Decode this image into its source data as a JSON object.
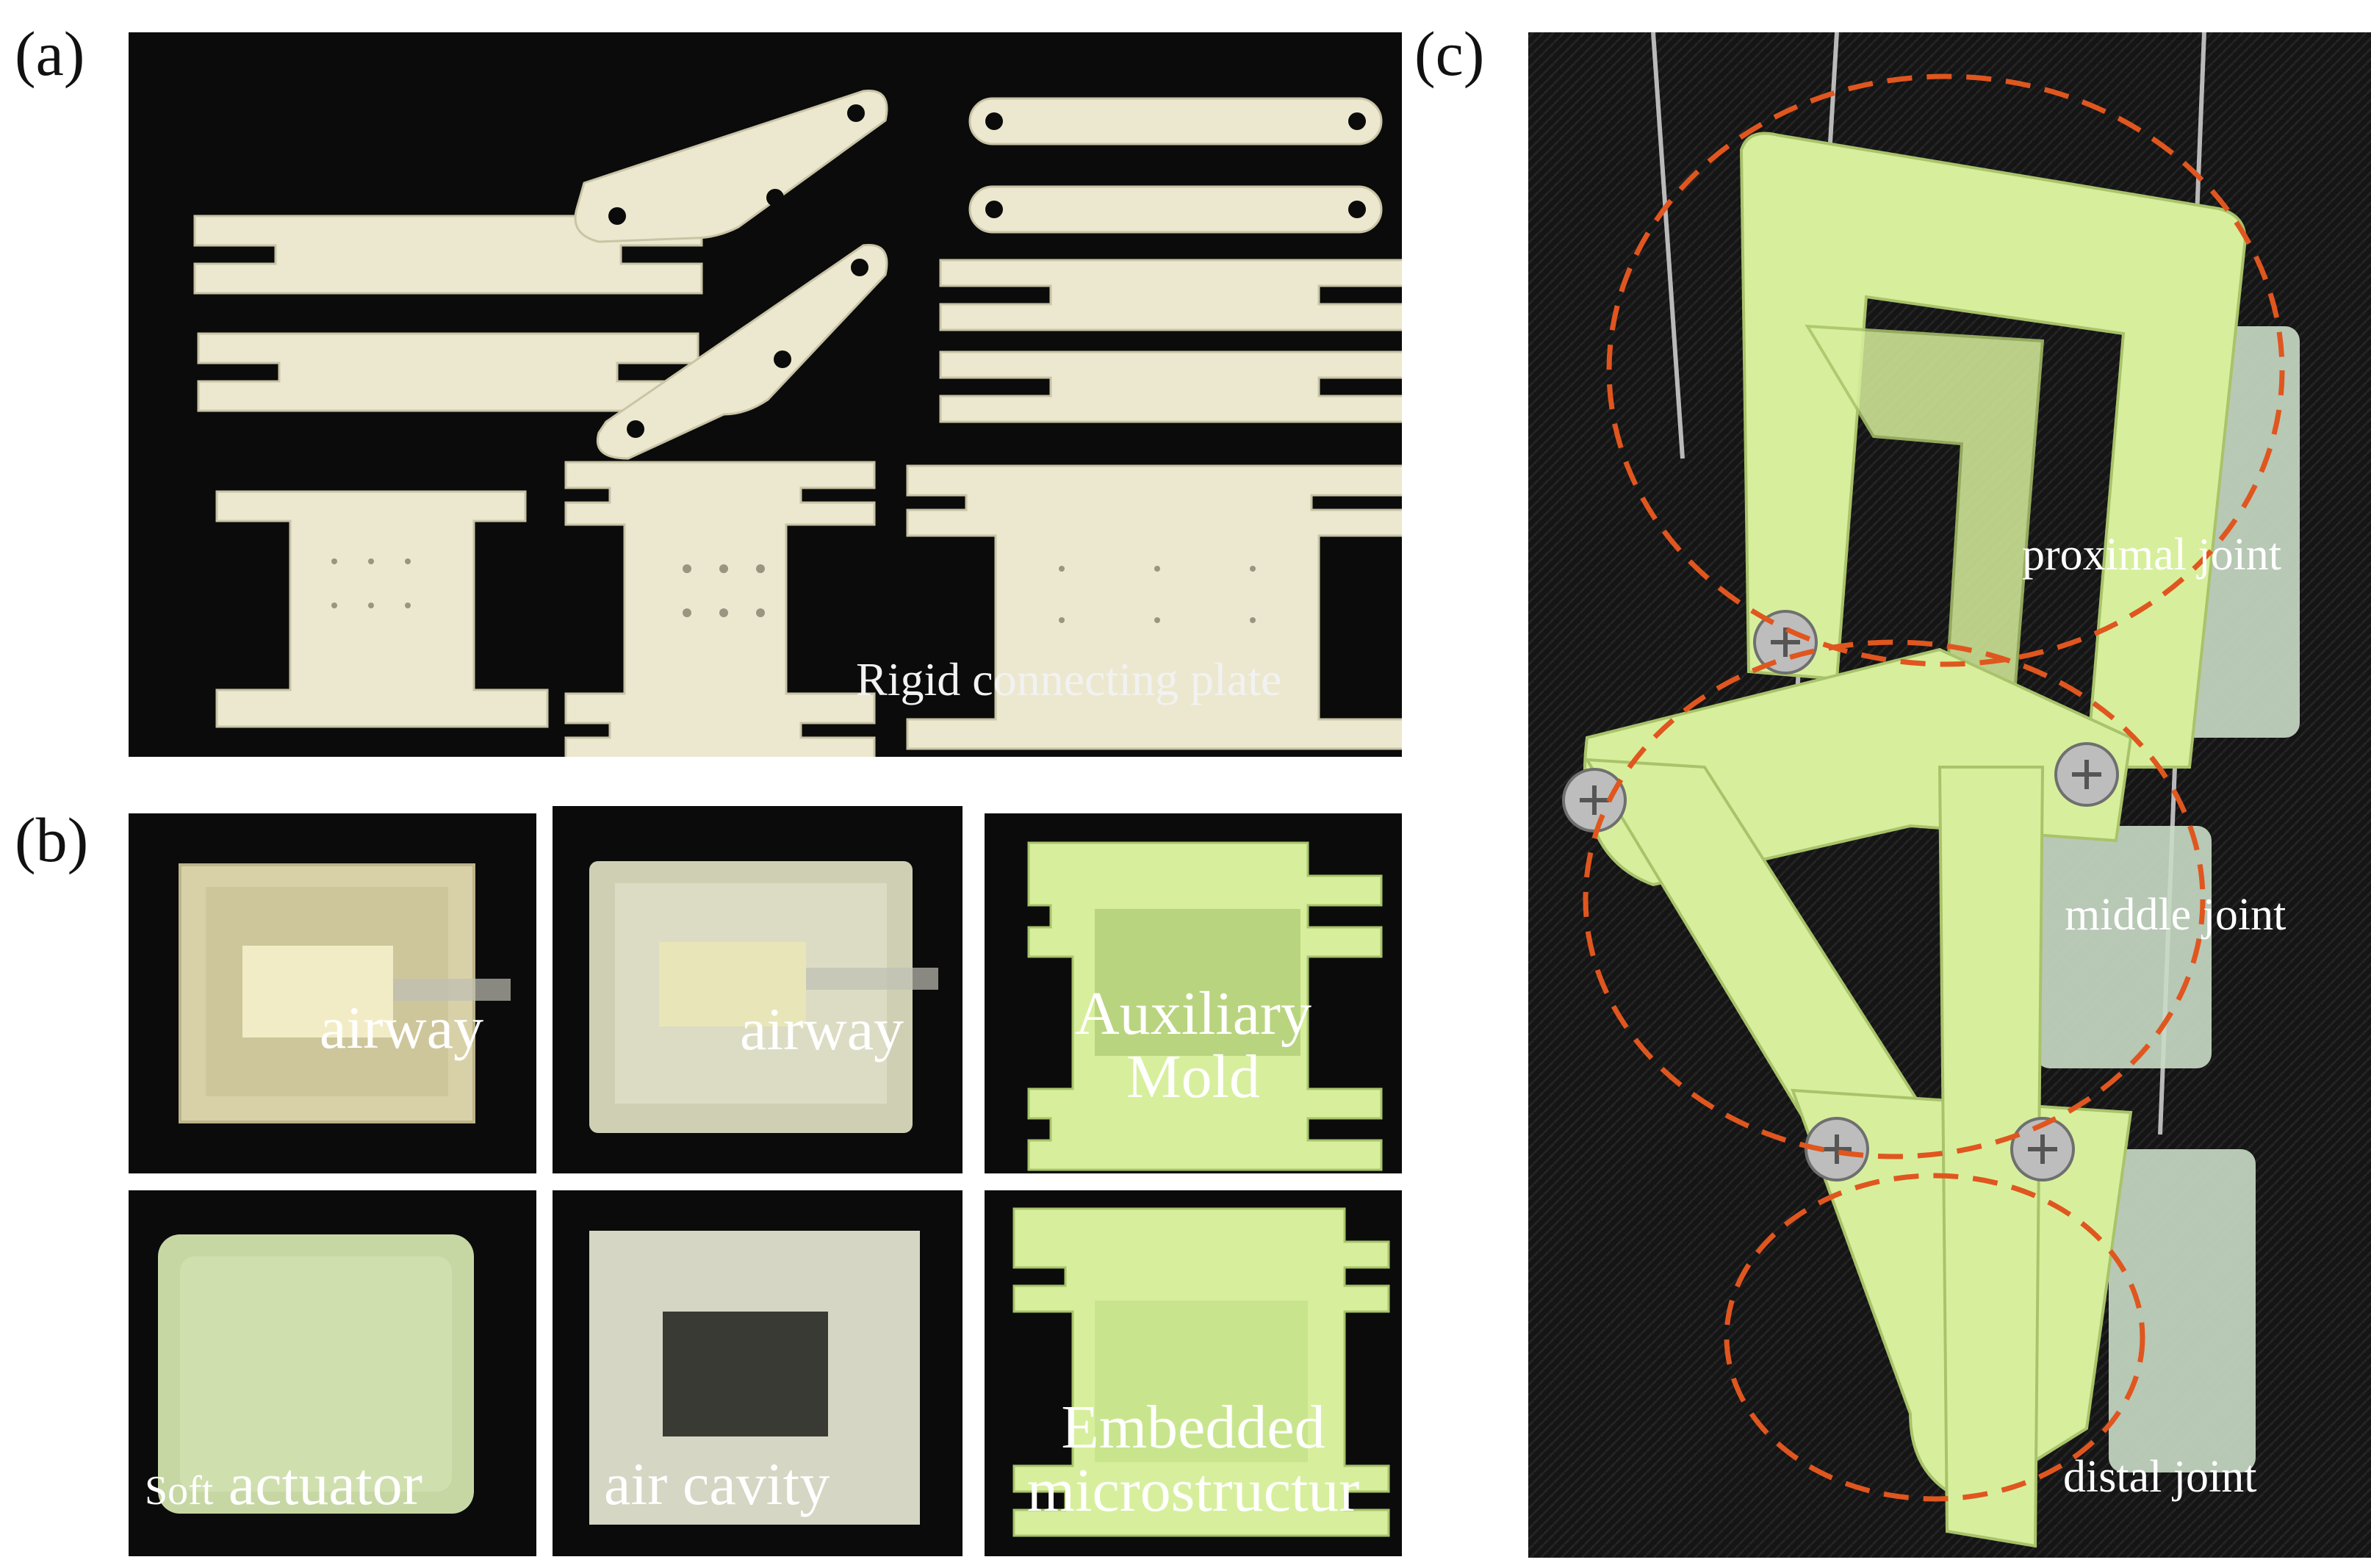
{
  "panels": {
    "a": {
      "label": "(a)",
      "caption": "Rigid connecting plate"
    },
    "b": {
      "label": "(b)",
      "cells": [
        {
          "caption": "airway"
        },
        {
          "caption": "airway"
        },
        {
          "caption_line1": "Auxiliary",
          "caption_line2": "Mold"
        },
        {
          "caption_small": "Soft",
          "caption": "actuator"
        },
        {
          "caption": "air cavity"
        },
        {
          "caption_line1": "Embedded",
          "caption_line2": "microstructur"
        }
      ]
    },
    "c": {
      "label": "(c)",
      "joints": [
        "proximal joint",
        "middle joint",
        "distal joint"
      ]
    }
  },
  "colors": {
    "rigid_part": "#ece8cf",
    "green_part": "#d7ef9c",
    "silicone": "#cfe2b4",
    "dashed_circle": "#e0561f",
    "background": "#0b0b0b"
  }
}
